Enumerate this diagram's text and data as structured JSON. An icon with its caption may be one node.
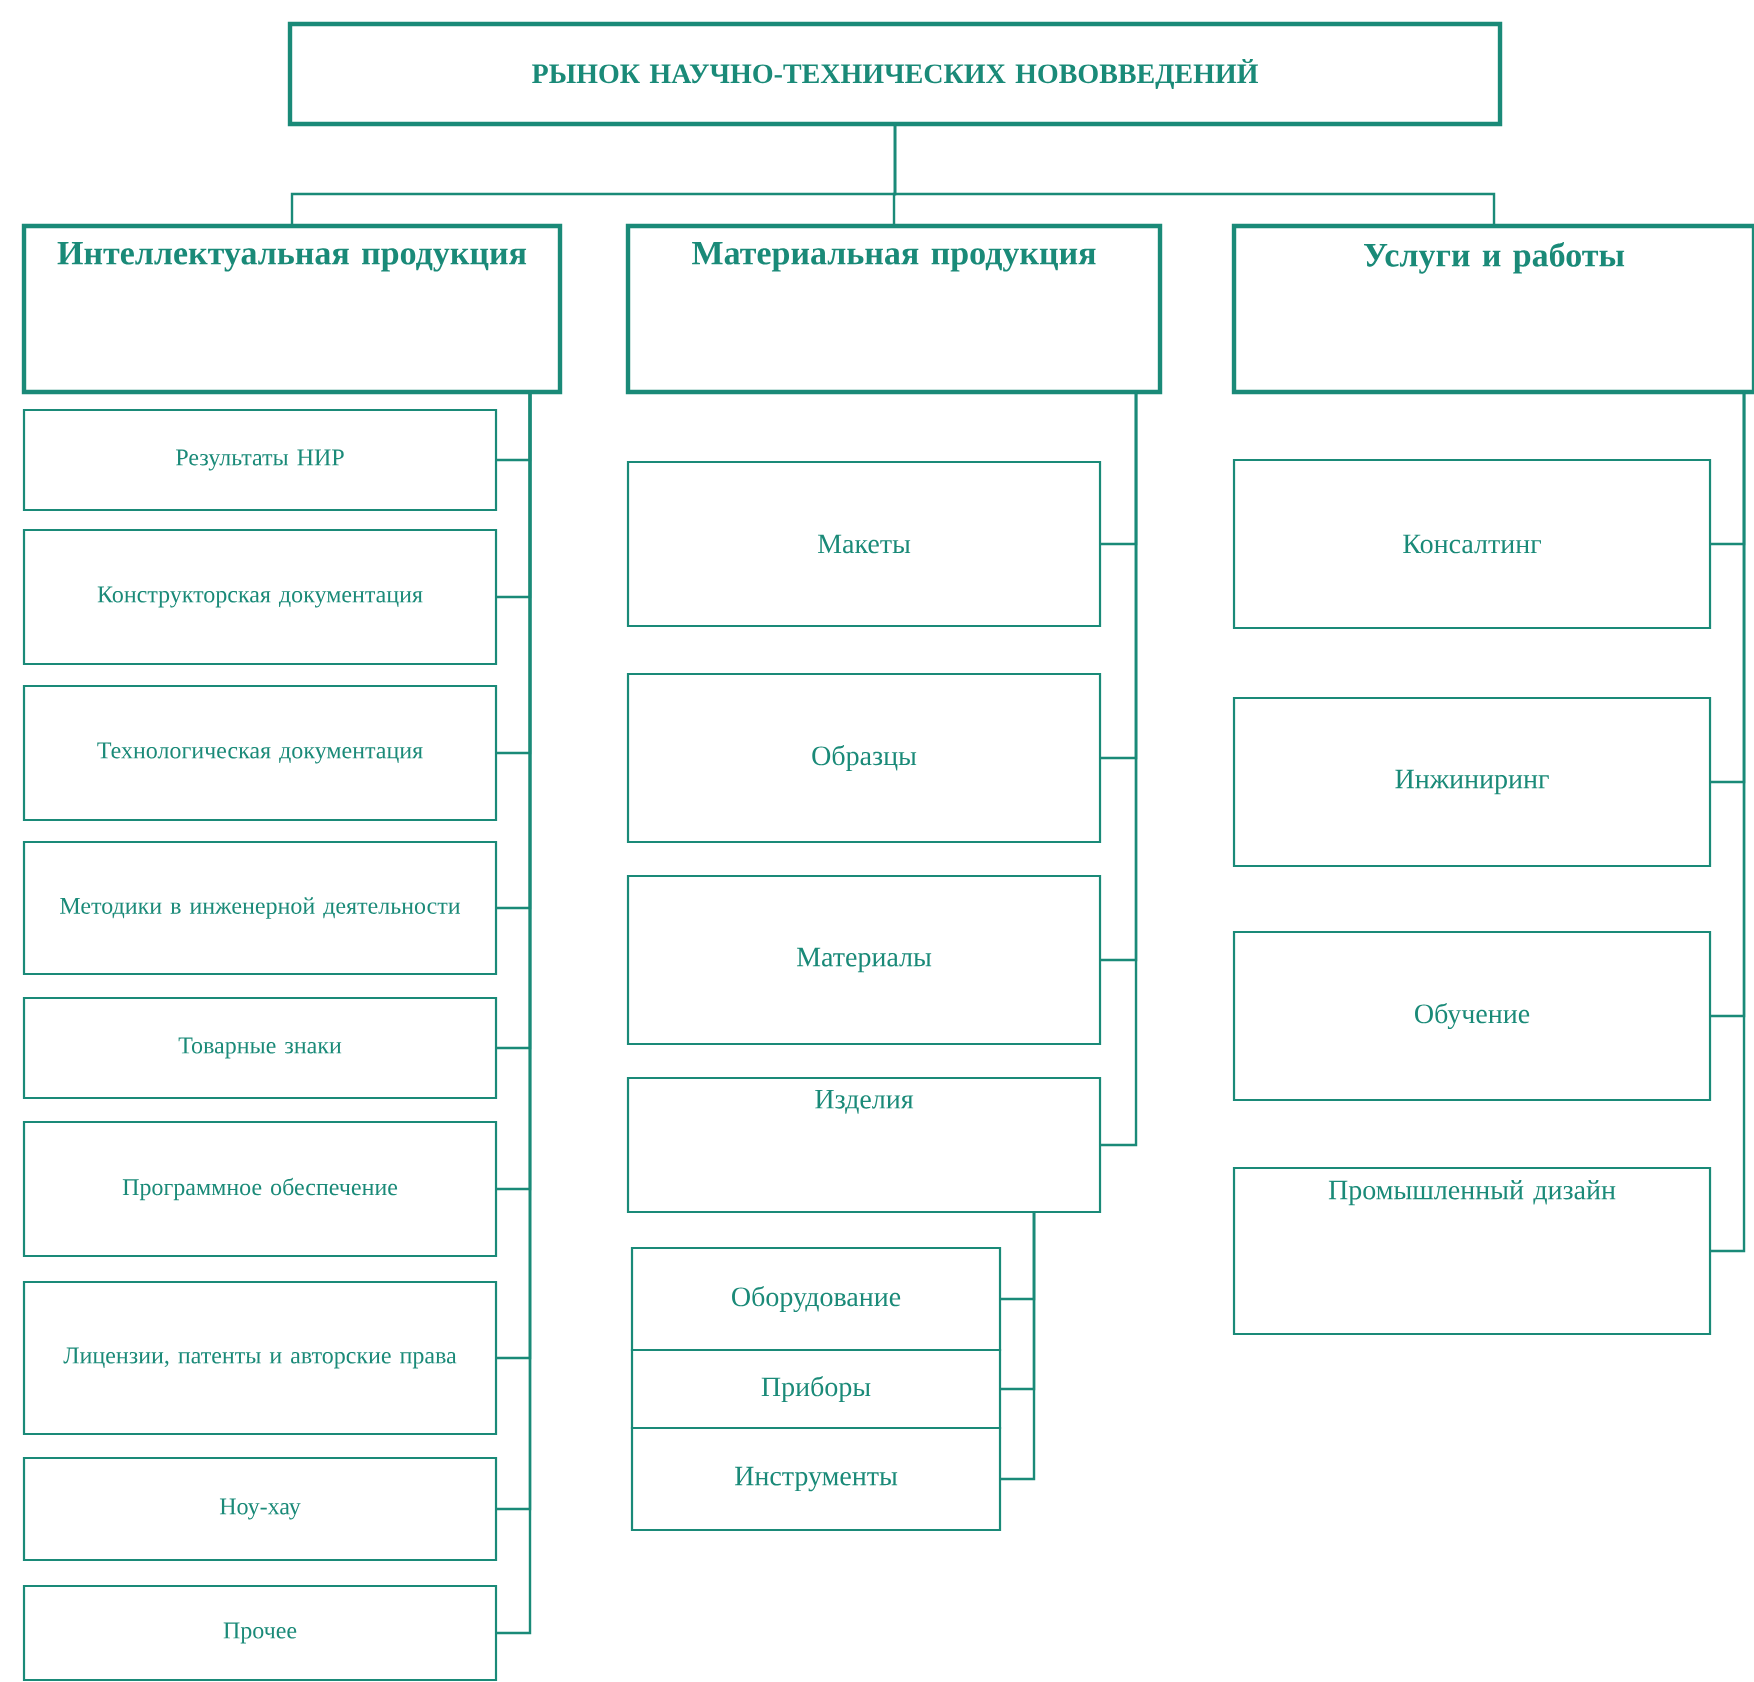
{
  "diagram": {
    "nodes": [
      {
        "text": [
          "РЫНОК НАУЧНО-ТЕХНИЧЕСКИХ НОВОВВЕДЕНИЙ"
        ]
      },
      {
        "text": [
          "Интеллектуальная продукция"
        ]
      },
      {
        "text": [
          "Материальная продукция"
        ]
      },
      {
        "text": [
          "Услуги и работы"
        ]
      },
      {
        "text": [
          "Результаты НИР"
        ]
      },
      {
        "text": [
          "Конструкторская документация"
        ]
      },
      {
        "text": [
          "Технологическая документация"
        ]
      },
      {
        "text": [
          "Методики в инженерной деятельности"
        ]
      },
      {
        "text": [
          "Товарные знаки"
        ]
      },
      {
        "text": [
          "Программное обеспечение"
        ]
      },
      {
        "text": [
          "Лицензии, патенты и авторские права"
        ]
      },
      {
        "text": [
          "Ноу-хау"
        ]
      },
      {
        "text": [
          "Прочее"
        ]
      },
      {
        "text": [
          "Макеты"
        ]
      },
      {
        "text": [
          "Образцы"
        ]
      },
      {
        "text": [
          "Материалы"
        ]
      },
      {
        "text": [
          "Изделия"
        ]
      },
      {
        "text": [
          "Оборудование"
        ]
      },
      {
        "text": [
          "Приборы"
        ]
      },
      {
        "text": [
          "Инструменты"
        ]
      },
      {
        "text": [
          "Консалтинг"
        ]
      },
      {
        "text": [
          "Инжиниринг"
        ]
      },
      {
        "text": [
          "Обучение"
        ]
      },
      {
        "text": [
          "Промышленный дизайн"
        ]
      }
    ],
    "edges": [
      {
        "from": 0,
        "to": 1,
        "arrow": "none"
      },
      {
        "from": 0,
        "to": 2,
        "arrow": "none"
      },
      {
        "from": 0,
        "to": 3,
        "arrow": "none"
      },
      {
        "from": 1,
        "to": 4,
        "arrow": "none"
      },
      {
        "from": 1,
        "to": 5,
        "arrow": "none"
      },
      {
        "from": 1,
        "to": 6,
        "arrow": "none"
      },
      {
        "from": 1,
        "to": 7,
        "arrow": "none"
      },
      {
        "from": 1,
        "to": 8,
        "arrow": "none"
      },
      {
        "from": 1,
        "to": 9,
        "arrow": "none"
      },
      {
        "from": 1,
        "to": 10,
        "arrow": "none"
      },
      {
        "from": 1,
        "to": 11,
        "arrow": "none"
      },
      {
        "from": 1,
        "to": 12,
        "arrow": "none"
      },
      {
        "from": 2,
        "to": 13,
        "arrow": "none"
      },
      {
        "from": 2,
        "to": 14,
        "arrow": "none"
      },
      {
        "from": 2,
        "to": 15,
        "arrow": "none"
      },
      {
        "from": 2,
        "to": 16,
        "arrow": "none"
      },
      {
        "from": 16,
        "to": 17,
        "arrow": "none"
      },
      {
        "from": 16,
        "to": 18,
        "arrow": "none"
      },
      {
        "from": 16,
        "to": 19,
        "arrow": "none"
      },
      {
        "from": 3,
        "to": 20,
        "arrow": "none"
      },
      {
        "from": 3,
        "to": 21,
        "arrow": "none"
      },
      {
        "from": 3,
        "to": 22,
        "arrow": "none"
      },
      {
        "from": 3,
        "to": 23,
        "arrow": "none"
      }
    ]
  }
}
